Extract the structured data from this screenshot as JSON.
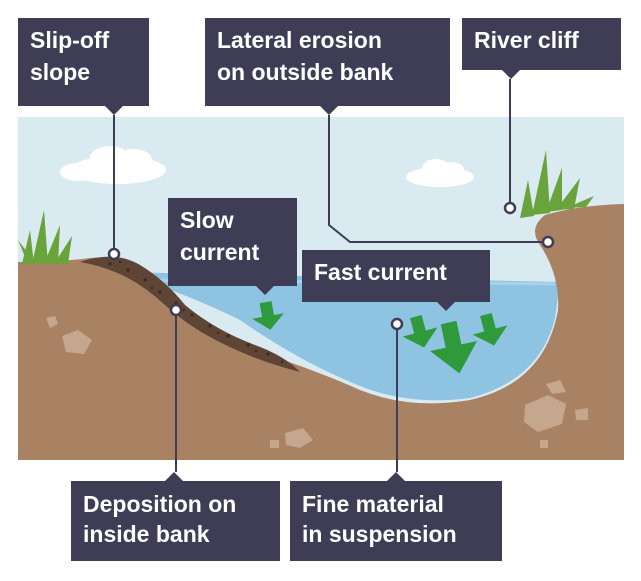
{
  "labels": {
    "slip_off_slope": [
      "Slip-off",
      "slope"
    ],
    "lateral_erosion": [
      "Lateral erosion",
      "on outside bank"
    ],
    "river_cliff": [
      "River cliff"
    ],
    "slow_current": [
      "Slow",
      "current"
    ],
    "fast_current": [
      "Fast current"
    ],
    "deposition": [
      "Deposition on",
      "inside bank"
    ],
    "fine_material": [
      "Fine material",
      "in suspension"
    ]
  },
  "colors": {
    "sky": "#d9ebf1",
    "cloud": "#ffffff",
    "water": "#8ec3e1",
    "water_surface": "#a7d3ea",
    "earth": "#a98263",
    "earth_dark": "#8e6a4f",
    "stone": "#c4a78d",
    "deposit": "#5e4535",
    "grass": "#6aa33c",
    "arrow": "#2e9a3c",
    "label_bg": "#3f3d56",
    "label_text": "#ffffff",
    "connector": "#3f3d56"
  }
}
